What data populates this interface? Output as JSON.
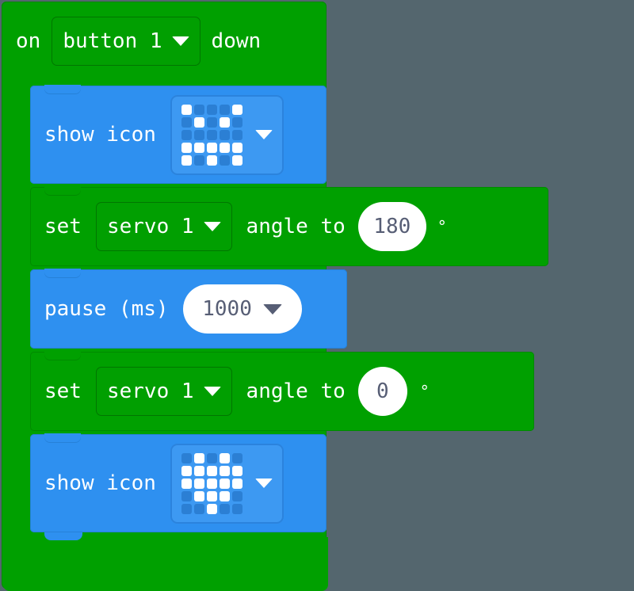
{
  "workspace": {
    "background_color": "#54666e",
    "colors": {
      "event_green": "#00a000",
      "basic_blue": "#2e90f0",
      "field_text": "#575e75",
      "label_text": "#ffffff"
    }
  },
  "program": {
    "hat": {
      "prefix_label": "on",
      "dropdown_value": "button 1",
      "suffix_label": "down"
    },
    "statements": [
      {
        "id": "show-icon-1",
        "kind": "show-icon",
        "color": "blue",
        "label": "show icon",
        "icon_name": "sad-face-icon",
        "led_matrix": [
          [
            1,
            0,
            0,
            0,
            1
          ],
          [
            0,
            1,
            0,
            1,
            0
          ],
          [
            0,
            0,
            0,
            0,
            0
          ],
          [
            1,
            1,
            1,
            1,
            1
          ],
          [
            1,
            0,
            1,
            0,
            1
          ]
        ]
      },
      {
        "id": "set-servo-1",
        "kind": "set-servo-angle",
        "color": "green",
        "label_prefix": "set",
        "dropdown_value": "servo 1",
        "label_middle": "angle to",
        "value": "180",
        "unit": "°"
      },
      {
        "id": "pause-1",
        "kind": "pause",
        "color": "blue",
        "label": "pause (ms)",
        "value": "1000"
      },
      {
        "id": "set-servo-2",
        "kind": "set-servo-angle",
        "color": "green",
        "label_prefix": "set",
        "dropdown_value": "servo 1",
        "label_middle": "angle to",
        "value": "0",
        "unit": "°"
      },
      {
        "id": "show-icon-2",
        "kind": "show-icon",
        "color": "blue",
        "label": "show icon",
        "icon_name": "heart-icon",
        "led_matrix": [
          [
            0,
            1,
            0,
            1,
            0
          ],
          [
            1,
            1,
            1,
            1,
            1
          ],
          [
            1,
            1,
            1,
            1,
            1
          ],
          [
            0,
            1,
            1,
            1,
            0
          ],
          [
            0,
            0,
            1,
            0,
            0
          ]
        ]
      }
    ]
  }
}
